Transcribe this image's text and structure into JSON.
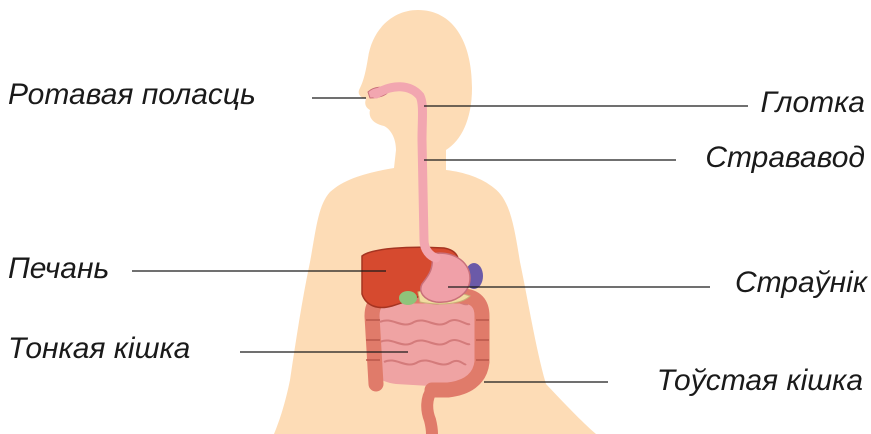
{
  "labels": {
    "mouth": "Ротавая поласць",
    "pharynx": "Глотка",
    "esophagus": "Стрававод",
    "liver": "Печань",
    "stomach": "Страўнік",
    "small_intestine": "Тонкая кішка",
    "large_intestine": "Тоўстая кішка"
  },
  "colors": {
    "skin": "#fddcb6",
    "esophagus": "#f2a6b0",
    "liver": "#d64a2f",
    "stomach": "#f0a0a8",
    "small_intestine": "#efa3a3",
    "large_intestine": "#e07b6a",
    "leader_line": "#1a1a1a"
  }
}
